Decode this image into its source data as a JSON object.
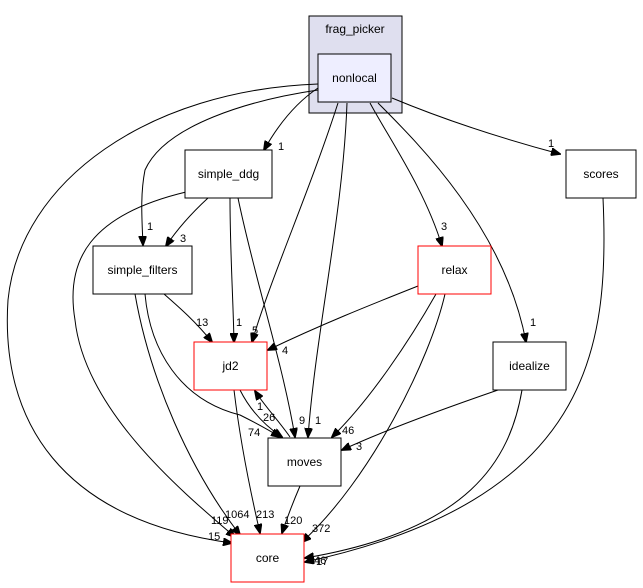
{
  "cluster": {
    "label": "frag_picker"
  },
  "nodes": {
    "nonlocal": {
      "label": "nonlocal"
    },
    "scores": {
      "label": "scores"
    },
    "simple_ddg": {
      "label": "simple_ddg"
    },
    "simple_filters": {
      "label": "simple_filters"
    },
    "relax": {
      "label": "relax"
    },
    "jd2": {
      "label": "jd2"
    },
    "idealize": {
      "label": "idealize"
    },
    "moves": {
      "label": "moves"
    },
    "core": {
      "label": "core"
    }
  },
  "edge_labels": {
    "nonlocal_scores": "1",
    "nonlocal_simple_ddg": "1",
    "nonlocal_simple_filters": "1",
    "nonlocal_relax": "3",
    "nonlocal_idealize": "1",
    "nonlocal_jd2": "5",
    "nonlocal_moves": "1",
    "nonlocal_core": "15",
    "simple_ddg_simple_filters": "3",
    "simple_ddg_jd2": "1",
    "simple_ddg_moves": "9",
    "simple_ddg_core": "119",
    "simple_filters_jd2": "13",
    "simple_filters_moves": "74",
    "simple_filters_core": "1064",
    "relax_jd2": "4",
    "relax_moves": "46",
    "relax_core": "372",
    "jd2_moves": "26",
    "moves_jd2": "1",
    "jd2_core": "213",
    "moves_core": "120",
    "idealize_moves": "3",
    "idealize_core": "46",
    "scores_core": "17"
  }
}
